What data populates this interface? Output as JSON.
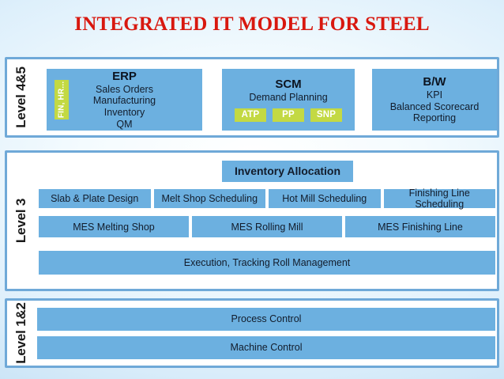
{
  "title": "INTEGRATED IT MODEL FOR STEEL",
  "colors": {
    "title_red": "#d8180f",
    "box_blue": "#6cb0e0",
    "panel_border_blue": "#6fa9d8",
    "tag_green": "#c3d943",
    "panel_background": "#ffffff",
    "text_dark": "#121c2b"
  },
  "levels": {
    "top": {
      "label": "Level 4&5",
      "boxes": [
        {
          "name": "erp",
          "heading": "ERP",
          "lines": [
            "Sales Orders",
            "Manufacturing",
            "Inventory",
            "QM"
          ],
          "tag": "FIN, HR..."
        },
        {
          "name": "scm",
          "heading": "SCM",
          "lines": [
            "Demand Planning"
          ],
          "tags": [
            "ATP",
            "PP",
            "SNP"
          ]
        },
        {
          "name": "bw",
          "heading": "B/W",
          "lines": [
            "KPI",
            "Balanced Scorecard",
            "Reporting"
          ]
        }
      ]
    },
    "middle": {
      "label": "Level 3",
      "inventory_allocation": "Inventory Allocation",
      "scheduling_row": [
        "Slab & Plate Design",
        "Melt Shop Scheduling",
        "Hot Mill Scheduling",
        "Finishing Line Scheduling"
      ],
      "mes_row": [
        "MES Melting Shop",
        "MES Rolling Mill",
        "MES Finishing Line"
      ],
      "execution_bar": "Execution, Tracking Roll Management"
    },
    "bottom": {
      "label": "Level 1&2",
      "bars": [
        "Process Control",
        "Machine Control"
      ]
    }
  }
}
